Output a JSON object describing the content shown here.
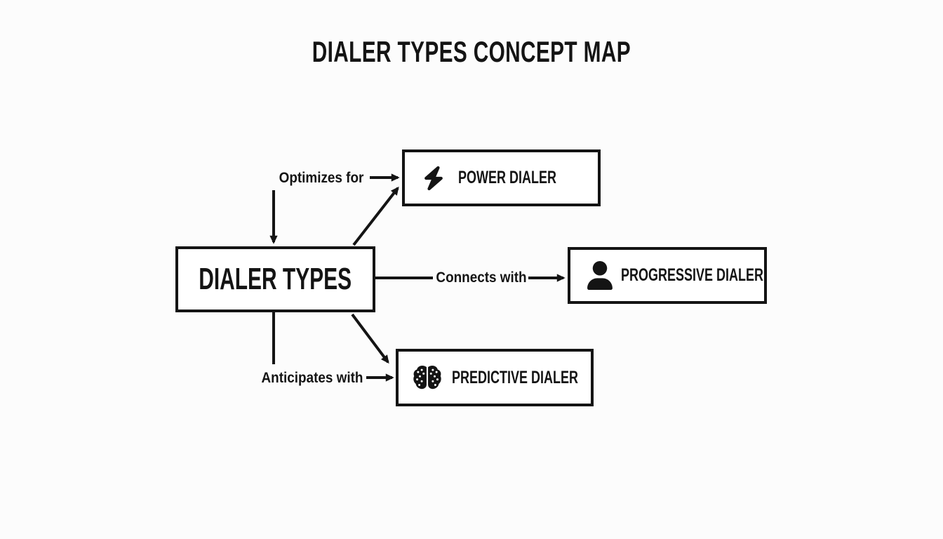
{
  "title": "DIALER TYPES CONCEPT MAP",
  "colors": {
    "ink": "#141414",
    "background": "#fcfcfc",
    "node_fill": "#ffffff"
  },
  "nodes": {
    "central": {
      "label": "DIALER TYPES"
    },
    "power": {
      "label": "POWER DIALER",
      "icon": "lightning-bolt-icon"
    },
    "progressive": {
      "label": "PROGRESSIVE DIALER",
      "icon": "person-icon"
    },
    "predictive": {
      "label": "PREDICTIVE DIALER",
      "icon": "brain-icon"
    }
  },
  "edges": [
    {
      "label": "Optimizes for",
      "from": "DIALER TYPES",
      "to": "POWER DIALER"
    },
    {
      "label": "Connects with",
      "from": "DIALER TYPES",
      "to": "PROGRESSIVE DIALER"
    },
    {
      "label": "Anticipates with",
      "from": "DIALER TYPES",
      "to": "PREDICTIVE DIALER"
    }
  ]
}
